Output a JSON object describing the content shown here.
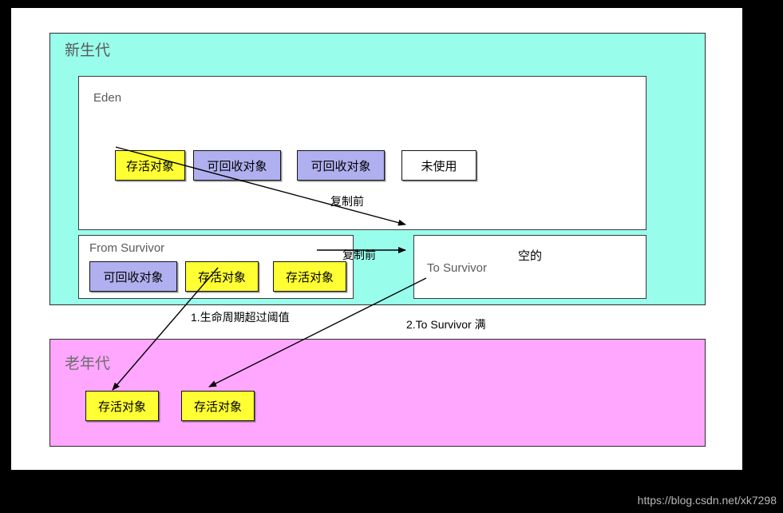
{
  "diagram": {
    "title_young": "新生代",
    "title_old": "老年代",
    "young_generation": {
      "label": "新生代",
      "fill_color": "#99FDEC",
      "eden": {
        "label": "Eden",
        "objects": [
          {
            "label": "存活对象",
            "kind": "live",
            "color": "#FFFF33"
          },
          {
            "label": "可回收对象",
            "kind": "trash",
            "color": "#B0B0F0"
          },
          {
            "label": "可回收对象",
            "kind": "trash",
            "color": "#B0B0F0"
          },
          {
            "label": "未使用",
            "kind": "unused",
            "color": "#FFFFFF"
          }
        ]
      },
      "from_survivor": {
        "label": "From Survivor",
        "objects": [
          {
            "label": "可回收对象",
            "kind": "trash",
            "color": "#B0B0F0"
          },
          {
            "label": "存活对象",
            "kind": "live",
            "color": "#FFFF33"
          },
          {
            "label": "存活对象",
            "kind": "live",
            "color": "#FFFF33"
          }
        ]
      },
      "to_survivor": {
        "label": "To Survivor",
        "state_label": "空的"
      }
    },
    "old_generation": {
      "label": "老年代",
      "fill_color": "#FFA6FF",
      "objects": [
        {
          "label": "存活对象",
          "kind": "live",
          "color": "#FFFF33"
        },
        {
          "label": "存活对象",
          "kind": "live",
          "color": "#FFFF33"
        }
      ]
    },
    "edges": [
      {
        "id": "eden-to-tosurvivor",
        "label": "复制前"
      },
      {
        "id": "fromsurvivor-to-tosurvivor",
        "label": "复制前"
      },
      {
        "id": "fromsurvivor-to-oldgen",
        "label": "1.生命周期超过阈值"
      },
      {
        "id": "tosurvivor-to-oldgen",
        "label": "2.To Survivor 满"
      }
    ]
  },
  "watermark": "https://blog.csdn.net/xk7298"
}
